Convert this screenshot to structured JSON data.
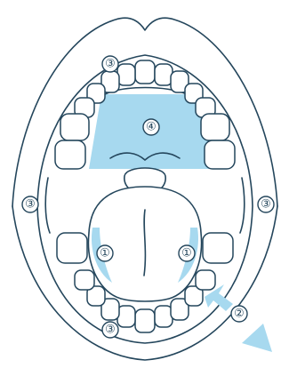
{
  "markers": [
    {
      "id": "m1-left",
      "label": "①"
    },
    {
      "id": "m1-right",
      "label": "①"
    },
    {
      "id": "m2",
      "label": "②"
    },
    {
      "id": "m3-top",
      "label": "③"
    },
    {
      "id": "m3-left",
      "label": "③"
    },
    {
      "id": "m3-right",
      "label": "③"
    },
    {
      "id": "m3-bottom",
      "label": "③"
    },
    {
      "id": "m4",
      "label": "④"
    }
  ],
  "colors": {
    "highlight": "#a7d9ef",
    "outline": "#24465c",
    "arrow": "#a7d9ef"
  }
}
